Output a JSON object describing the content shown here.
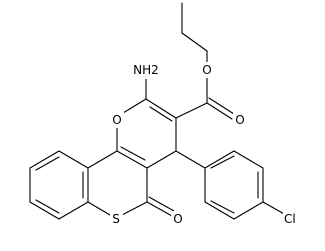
{
  "structure": {
    "atoms": {
      "amino": "NH2",
      "ester_ether_o": "O",
      "ester_carbonyl_o": "O",
      "pyran_o": "O",
      "ketone_o": "O",
      "ring_s": "S",
      "chloro": "Cl"
    }
  }
}
